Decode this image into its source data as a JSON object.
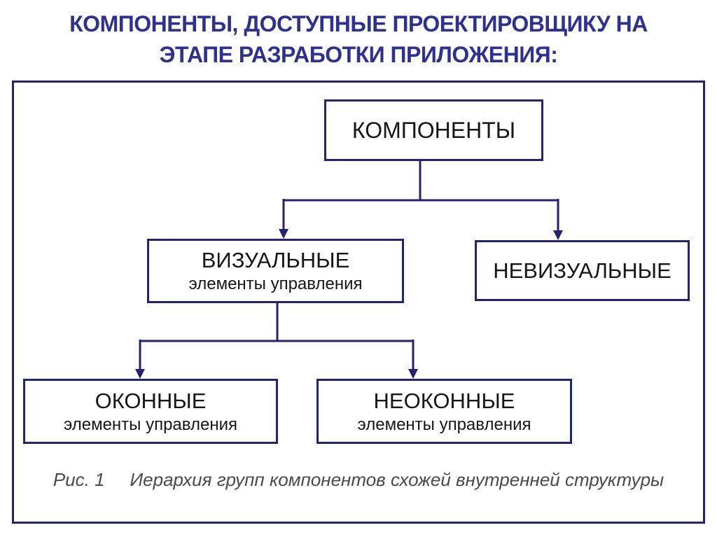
{
  "title": {
    "line1": "КОМПОНЕНТЫ, ДОСТУПНЫЕ ПРОЕКТИРОВЩИКУ НА",
    "line2": "ЭТАПЕ РАЗРАБОТКИ ПРИЛОЖЕНИЯ:"
  },
  "diagram": {
    "nodes": {
      "root": {
        "label": "КОМПОНЕНТЫ"
      },
      "visual": {
        "label": "ВИЗУАЛЬНЫЕ",
        "sublabel": "элементы управления"
      },
      "nonvisual": {
        "label": "НЕВИЗУАЛЬНЫЕ"
      },
      "windowed": {
        "label": "ОКОННЫЕ",
        "sublabel": "элементы управления"
      },
      "nonwindowed": {
        "label": "НЕОКОННЫЕ",
        "sublabel": "элементы управления"
      }
    }
  },
  "caption": {
    "figure": "Рис. 1",
    "text": "Иерархия групп компонентов схожей внутренней структуры"
  },
  "colors": {
    "title_blue": "#2E3192",
    "line_navy": "#252272",
    "node_text": "#161616",
    "caption_gray": "#4a4a4a",
    "background": "#ffffff"
  }
}
